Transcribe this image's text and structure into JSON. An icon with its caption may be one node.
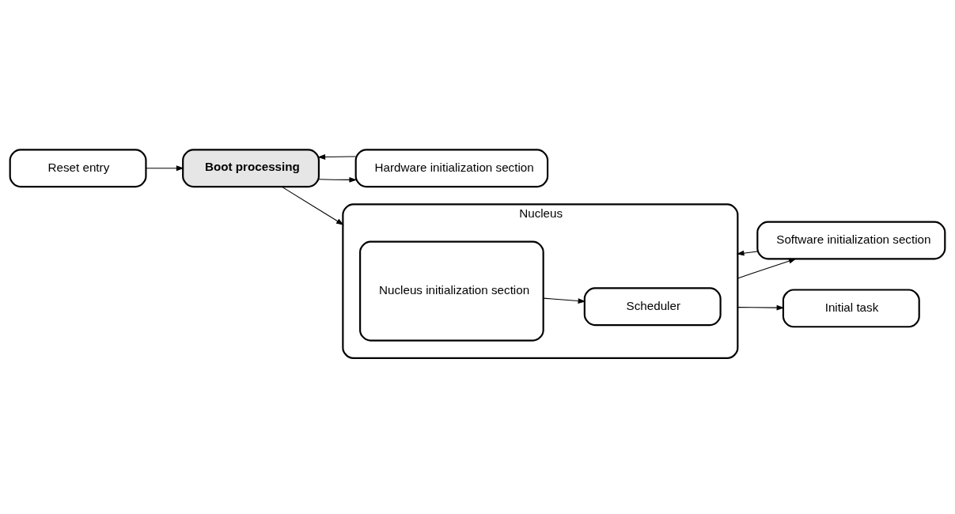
{
  "diagram": {
    "nodes": [
      {
        "text": [
          "Reset entry"
        ]
      },
      {
        "text": [
          "Boot processing"
        ]
      },
      {
        "text": [
          "Hardware initialization section"
        ]
      },
      {
        "text": [
          "Nucleus"
        ]
      },
      {
        "text": [
          "Nucleus initialization section"
        ],
        "in": 3
      },
      {
        "text": [
          "Scheduler"
        ],
        "in": 3
      },
      {
        "text": [
          "Software initialization section"
        ]
      },
      {
        "text": [
          "Initial task"
        ]
      }
    ],
    "edges": [
      {
        "from": 0,
        "to": 1,
        "arrow": "to"
      },
      {
        "from": 1,
        "to": 2,
        "arrow": "to"
      },
      {
        "from": 2,
        "to": 1,
        "arrow": "to"
      },
      {
        "from": 1,
        "to": 3,
        "arrow": "to"
      },
      {
        "from": 3,
        "to": 6,
        "arrow": "to"
      },
      {
        "from": 6,
        "to": 3,
        "arrow": "to"
      },
      {
        "from": 4,
        "to": 5,
        "arrow": "to"
      },
      {
        "from": 3,
        "to": 7,
        "arrow": "to"
      }
    ]
  }
}
